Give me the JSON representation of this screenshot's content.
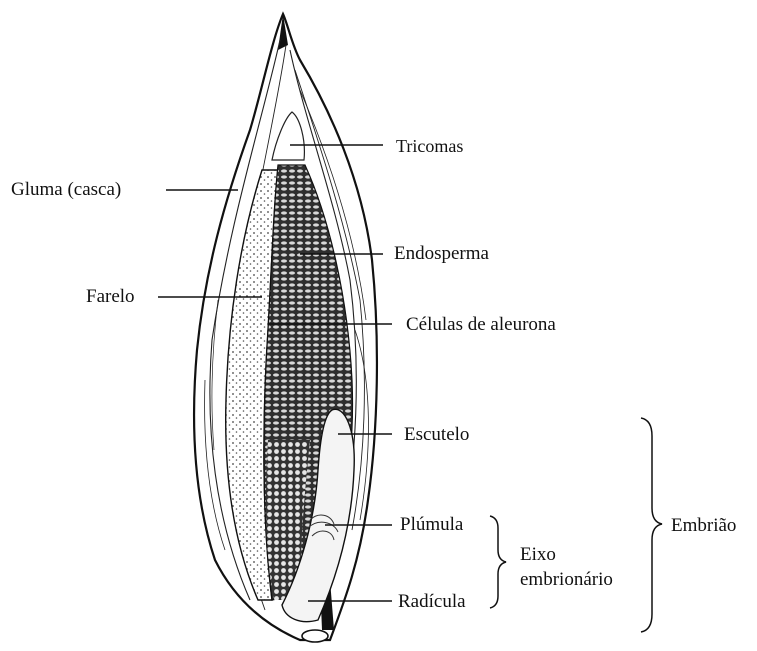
{
  "diagram": {
    "labels": {
      "tricomas": "Tricomas",
      "gluma": "Gluma (casca)",
      "endosperma": "Endosperma",
      "farelo": "Farelo",
      "celulas_aleurona": "Células de aleurona",
      "escutelo": "Escutelo",
      "plumula": "Plúmula",
      "radicula": "Radícula",
      "eixo_line1": "Eixo",
      "eixo_line2": "embrionário",
      "embriao": "Embrião"
    },
    "colors": {
      "ink": "#111111",
      "paper": "#ffffff",
      "endosperm_fill": "#3a3a3a"
    }
  }
}
